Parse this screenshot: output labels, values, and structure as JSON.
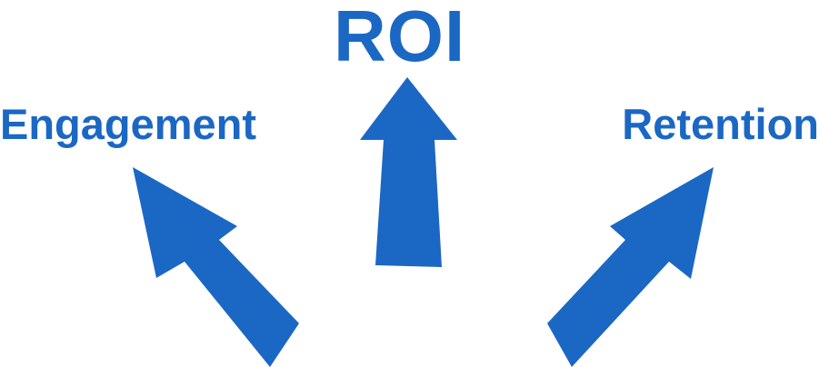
{
  "colors": {
    "accent": "#1b67c4",
    "background": "#ffffff"
  },
  "labels": {
    "top": "ROI",
    "left": "Engagement",
    "right": "Retention"
  },
  "arrows": [
    {
      "name": "up-arrow-icon",
      "direction": "up"
    },
    {
      "name": "up-left-arrow-icon",
      "direction": "up-left"
    },
    {
      "name": "up-right-arrow-icon",
      "direction": "up-right"
    }
  ]
}
